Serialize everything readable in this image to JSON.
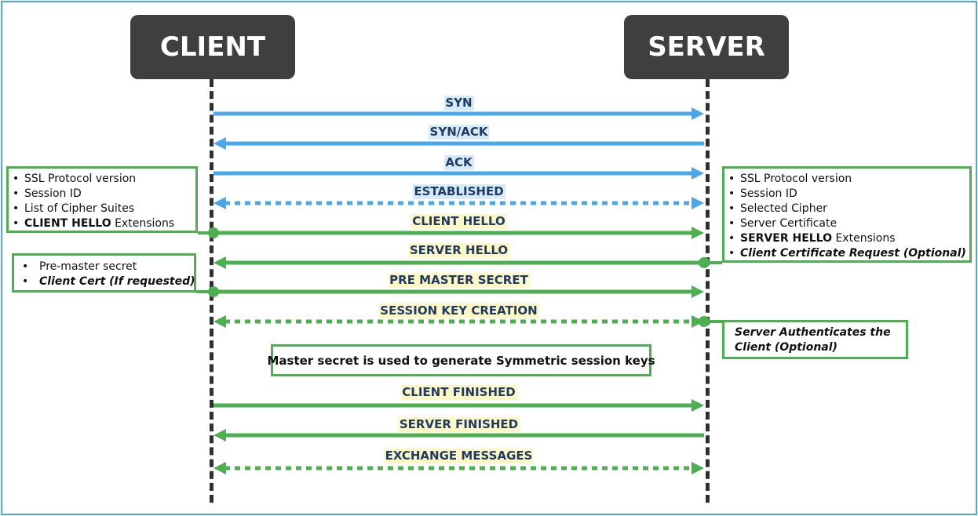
{
  "actors": {
    "client": "CLIENT",
    "server": "SERVER"
  },
  "colors": {
    "tcp_arrow": "#4aa8e8",
    "tls_arrow": "#4caf50",
    "actor_box": "#3f3f3f",
    "lifeline": "#2f2f2f",
    "tcp_label_bg": "#d6eaf8",
    "tls_label_bg": "#fdf6c5"
  },
  "messages": [
    {
      "label": "SYN",
      "direction": "client-to-server",
      "style": "solid",
      "color": "blue"
    },
    {
      "label": "SYN/ACK",
      "direction": "server-to-client",
      "style": "solid",
      "color": "blue"
    },
    {
      "label": "ACK",
      "direction": "client-to-server",
      "style": "solid",
      "color": "blue"
    },
    {
      "label": "ESTABLISHED",
      "direction": "both",
      "style": "dotted",
      "color": "blue"
    },
    {
      "label": "CLIENT HELLO",
      "direction": "client-to-server",
      "style": "solid",
      "color": "green"
    },
    {
      "label": "SERVER HELLO",
      "direction": "server-to-client",
      "style": "solid",
      "color": "green"
    },
    {
      "label": "PRE MASTER SECRET",
      "direction": "client-to-server",
      "style": "solid",
      "color": "green"
    },
    {
      "label": "SESSION KEY CREATION",
      "direction": "both",
      "style": "dotted",
      "color": "green"
    },
    {
      "label": "CLIENT FINISHED",
      "direction": "client-to-server",
      "style": "solid",
      "color": "green"
    },
    {
      "label": "SERVER FINISHED",
      "direction": "server-to-client",
      "style": "solid",
      "color": "green"
    },
    {
      "label": "EXCHANGE MESSAGES",
      "direction": "both",
      "style": "dotted",
      "color": "green"
    }
  ],
  "notes": {
    "client_hello": {
      "items": [
        {
          "text": "SSL Protocol version"
        },
        {
          "text": "Session ID"
        },
        {
          "text": "List of Cipher Suites"
        },
        {
          "bold": "CLIENT HELLO",
          "text": " Extensions"
        }
      ]
    },
    "server_hello": {
      "items": [
        {
          "text": "SSL Protocol version"
        },
        {
          "text": "Session ID"
        },
        {
          "text": "Selected Cipher"
        },
        {
          "text": "Server Certificate"
        },
        {
          "bold": "SERVER HELLO",
          "text": " Extensions"
        },
        {
          "bold_italic": "Client Certificate Request (Optional)"
        }
      ]
    },
    "premaster": {
      "items": [
        {
          "text": "Pre-master secret"
        },
        {
          "bold_italic": "Client Cert (If requested)"
        }
      ]
    },
    "server_auth": {
      "line1": "Server Authenticates the",
      "line2": "Client (Optional)"
    },
    "master_secret": "Master secret is used to generate Symmetric session keys"
  }
}
